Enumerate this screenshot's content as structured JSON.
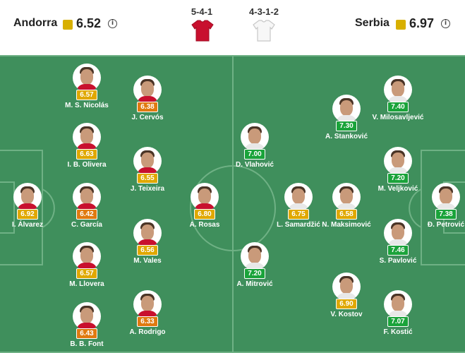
{
  "home": {
    "name": "Andorra",
    "rating": "6.52",
    "formation": "5-4-1",
    "players": [
      {
        "name": "M. S. Nicolás",
        "rating": "6.57",
        "color": "#e0a800"
      },
      {
        "name": "J. Cervós",
        "rating": "6.38",
        "color": "#e07a10"
      },
      {
        "name": "I. B. Olivera",
        "rating": "6.63",
        "color": "#e0a800"
      },
      {
        "name": "J. Teixeira",
        "rating": "6.55",
        "color": "#e0a800"
      },
      {
        "name": "I. Álvarez",
        "rating": "6.92",
        "color": "#e0a800"
      },
      {
        "name": "C. García",
        "rating": "6.42",
        "color": "#e07a10"
      },
      {
        "name": "A. Rosas",
        "rating": "6.80",
        "color": "#e0a800"
      },
      {
        "name": "M. Vales",
        "rating": "6.56",
        "color": "#e0a800"
      },
      {
        "name": "M. Llovera",
        "rating": "6.57",
        "color": "#e0a800"
      },
      {
        "name": "B. B. Font",
        "rating": "6.43",
        "color": "#e07a10"
      },
      {
        "name": "A. Rodrigo",
        "rating": "6.33",
        "color": "#e07a10"
      }
    ]
  },
  "away": {
    "name": "Serbia",
    "rating": "6.97",
    "formation": "4-3-1-2",
    "players": [
      {
        "name": "V. Milosavljević",
        "rating": "7.40",
        "color": "#1aa33a"
      },
      {
        "name": "A. Stanković",
        "rating": "7.30",
        "color": "#1aa33a"
      },
      {
        "name": "D. Vlahović",
        "rating": "7.00",
        "color": "#1aa33a"
      },
      {
        "name": "M. Veljković",
        "rating": "7.20",
        "color": "#1aa33a"
      },
      {
        "name": "L. Samardžić",
        "rating": "6.75",
        "color": "#e0a800"
      },
      {
        "name": "N. Maksimović",
        "rating": "6.58",
        "color": "#e0a800"
      },
      {
        "name": "Đ. Petrović",
        "rating": "7.38",
        "color": "#1aa33a"
      },
      {
        "name": "A. Mitrović",
        "rating": "7.20",
        "color": "#1aa33a"
      },
      {
        "name": "S. Pavlović",
        "rating": "7.46",
        "color": "#1aa33a"
      },
      {
        "name": "V. Kostov",
        "rating": "6.90",
        "color": "#e0a800"
      },
      {
        "name": "F. Kostić",
        "rating": "7.07",
        "color": "#1aa33a"
      }
    ]
  },
  "colors": {
    "pitch": "#3f8f5c",
    "home_shirt": "#c8102e",
    "away_shirt": "#f4f4f4",
    "rating_badge": "#d8b000"
  },
  "icons": {
    "info": "info-icon",
    "home_kit": "shirt-icon",
    "away_kit": "shirt-icon"
  }
}
